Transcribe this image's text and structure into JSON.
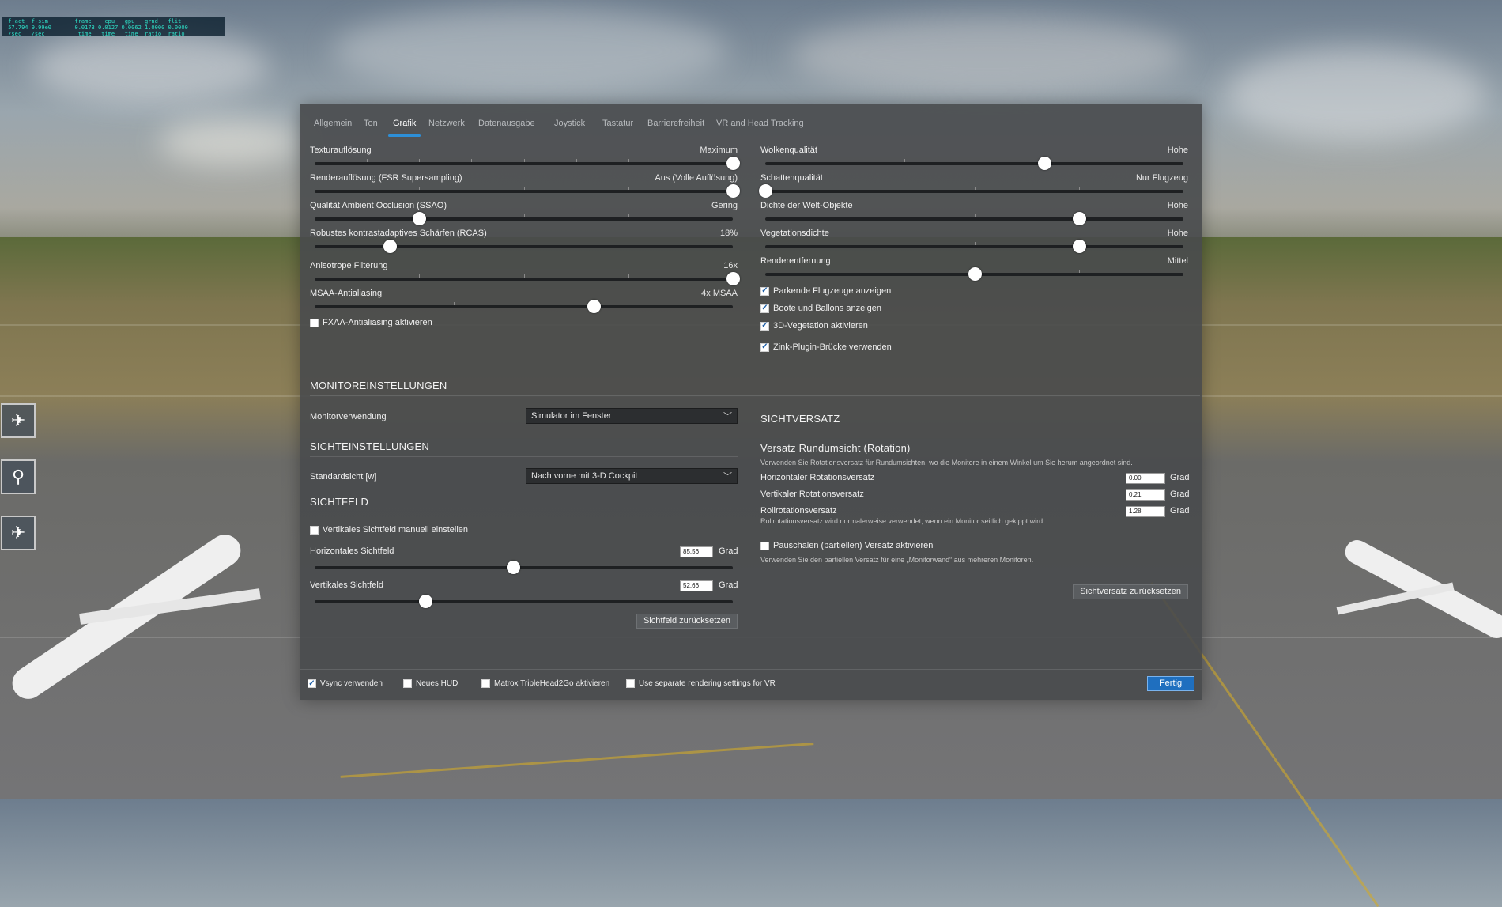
{
  "stats": {
    "line1": " f-act  f-sim        frame    cpu   gpu   grnd   flit",
    "line2": " 57.794 9.99e0       0.0173 0.0127 0.0062 1.0000 0.0000",
    "line3": " /sec   /sec          time   time   time  ratio  ratio"
  },
  "tabs": [
    "Allgemein",
    "Ton",
    "Grafik",
    "Netzwerk",
    "Datenausgabe",
    "Joystick",
    "Tastatur",
    "Barrierefreiheit",
    "VR and Head Tracking"
  ],
  "active_tab": "Grafik",
  "left_sliders": [
    {
      "label": "Texturauflösung",
      "value": "Maximum",
      "pos": 1.0
    },
    {
      "label": "Renderauflösung (FSR Supersampling)",
      "value": "Aus (Volle Auflösung)",
      "pos": 1.0
    },
    {
      "label": "Qualität Ambient Occlusion (SSAO)",
      "value": "Gering",
      "pos": 0.25
    },
    {
      "label": "Robustes kontrastadaptives Schärfen (RCAS)",
      "value": "18%",
      "pos": 0.18
    },
    {
      "label": "Anisotrope Filterung",
      "value": "16x",
      "pos": 1.0
    },
    {
      "label": "MSAA-Antialiasing",
      "value": "4x MSAA",
      "pos": 0.667
    }
  ],
  "fxaa_label": "FXAA-Antialiasing aktivieren",
  "right_sliders": [
    {
      "label": "Wolkenqualität",
      "value": "Hohe",
      "pos": 0.667
    },
    {
      "label": "Schattenqualität",
      "value": "Nur Flugzeug",
      "pos": 0.0
    },
    {
      "label": "Dichte der Welt-Objekte",
      "value": "Hohe",
      "pos": 0.75
    },
    {
      "label": "Vegetationsdichte",
      "value": "Hohe",
      "pos": 0.75
    },
    {
      "label": "Renderentfernung",
      "value": "Mittel",
      "pos": 0.5
    }
  ],
  "right_checks": [
    {
      "label": "Parkende Flugzeuge anzeigen",
      "checked": true
    },
    {
      "label": "Boote und Ballons anzeigen",
      "checked": true
    },
    {
      "label": "3D-Vegetation aktivieren",
      "checked": true
    },
    {
      "label": "Zink-Plugin-Brücke verwenden",
      "checked": true
    }
  ],
  "monitor": {
    "title": "MONITOREINSTELLUNGEN",
    "label": "Monitorverwendung",
    "value": "Simulator im Fenster"
  },
  "view": {
    "title": "SICHTEINSTELLUNGEN",
    "label": "Standardsicht [w]",
    "value": "Nach vorne mit 3-D Cockpit"
  },
  "fov": {
    "title": "SICHTFELD",
    "manual_label": "Vertikales Sichtfeld manuell einstellen",
    "h_label": "Horizontales Sichtfeld",
    "h_value": "85.56",
    "h_pos": 0.475,
    "v_label": "Vertikales Sichtfeld",
    "v_value": "52.66",
    "v_pos": 0.265,
    "unit": "Grad",
    "reset": "Sichtfeld zurücksetzen"
  },
  "offset": {
    "title": "SICHTVERSATZ",
    "subtitle": "Versatz Rundumsicht (Rotation)",
    "desc": "Verwenden Sie Rotationsversatz für Rundumsichten, wo die Monitore in einem Winkel um Sie herum angeordnet sind.",
    "h_label": "Horizontaler Rotationsversatz",
    "h_value": "0.00",
    "v_label": "Vertikaler Rotationsversatz",
    "v_value": "0.21",
    "r_label": "Rollrotationsversatz",
    "r_value": "1.28",
    "unit": "Grad",
    "r_desc": "Rollrotationsversatz wird normalerweise verwendet, wenn ein Monitor seitlich gekippt wird.",
    "partial_label": "Pauschalen (partiellen) Versatz aktivieren",
    "partial_desc": "Verwenden Sie den partiellen Versatz für eine „Monitorwand“ aus mehreren Monitoren.",
    "reset": "Sichtversatz zurücksetzen"
  },
  "footer": {
    "vsync": "Vsync verwenden",
    "hud": "Neues HUD",
    "matrox": "Matrox TripleHead2Go aktivieren",
    "vr": "Use separate rendering settings for VR",
    "done": "Fertig"
  }
}
